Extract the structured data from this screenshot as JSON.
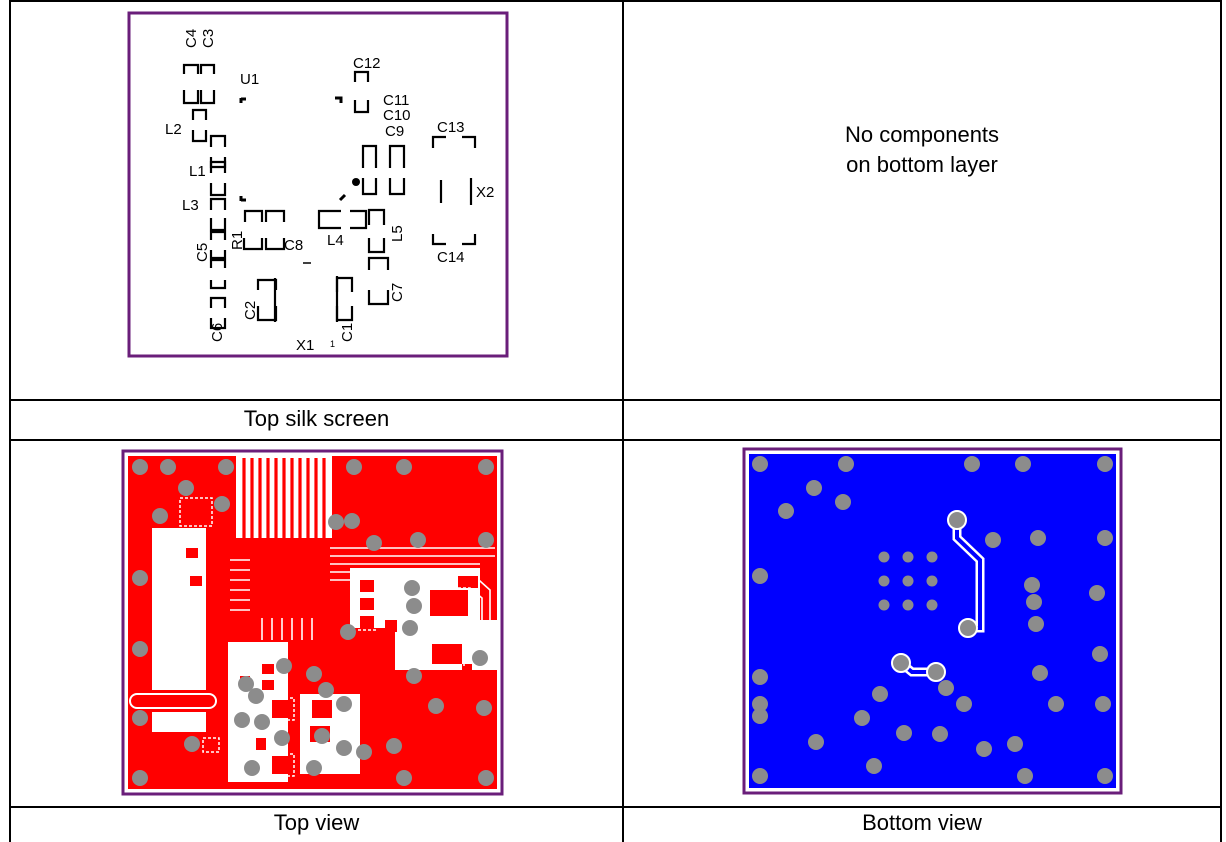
{
  "cells": {
    "top_silk": {
      "caption": "Top silk screen"
    },
    "bottom_silk": {
      "note_line1": "No components",
      "note_line2": "on bottom layer"
    },
    "top_view": {
      "caption": "Top view"
    },
    "bottom_view": {
      "caption": "Bottom view"
    }
  },
  "silk_labels": {
    "c4": "C4",
    "c3": "C3",
    "u1": "U1",
    "c12": "C12",
    "l2": "L2",
    "c11": "C11",
    "c10": "C10",
    "c9": "C9",
    "c13": "C13",
    "l1": "L1",
    "x2": "X2",
    "l3": "L3",
    "l4": "L4",
    "l5": "L5",
    "c5": "C5",
    "r1": "R1",
    "c8": "C8",
    "c14": "C14",
    "c2": "C2",
    "c7": "C7",
    "c6": "C6",
    "c1": "C1",
    "x1": "X1",
    "pin1": "1"
  },
  "colors": {
    "border": "#6a1e7a",
    "top_copper": "#ff0000",
    "bottom_copper": "#0000ff",
    "via": "#8c8c8c",
    "trace_outline": "#ffffff",
    "grid_line": "#000000"
  }
}
